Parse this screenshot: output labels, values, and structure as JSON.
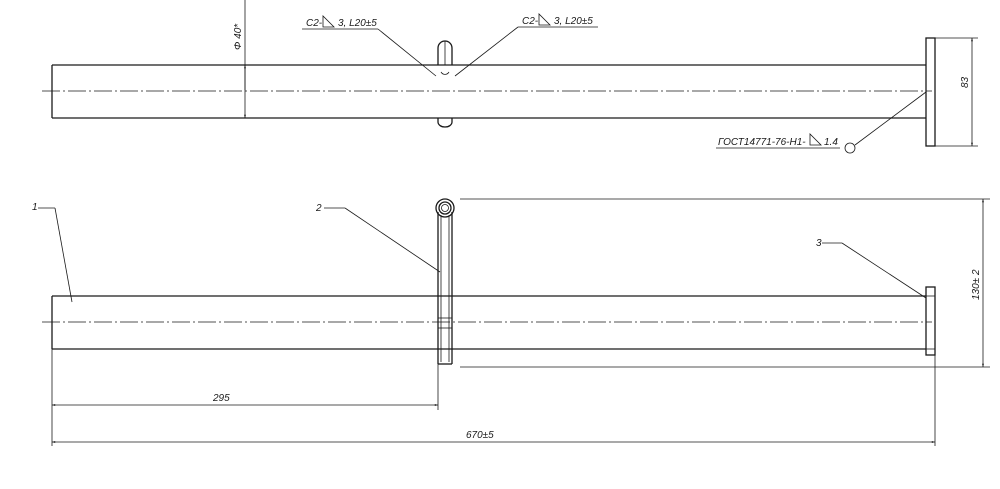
{
  "drawing": {
    "top_view": {
      "dim_diameter": "Φ 40*",
      "dim_flange_height": "83",
      "weld_left": {
        "prefix": "C2-",
        "symbol": "weld-triangle-icon",
        "value": "3, L20±5"
      },
      "weld_right": {
        "prefix": "C2-",
        "symbol": "weld-triangle-icon",
        "value": "3, L20±5"
      },
      "weld_flange": {
        "prefix": "ГОСТ14771-76-Н1-",
        "symbol": "weld-triangle-icon",
        "value": "1.4"
      }
    },
    "front_view": {
      "callout_1": "1",
      "callout_2": "2",
      "callout_3": "3",
      "dim_position": "295",
      "dim_total_length": "670±5",
      "dim_height": "130± 2"
    }
  }
}
